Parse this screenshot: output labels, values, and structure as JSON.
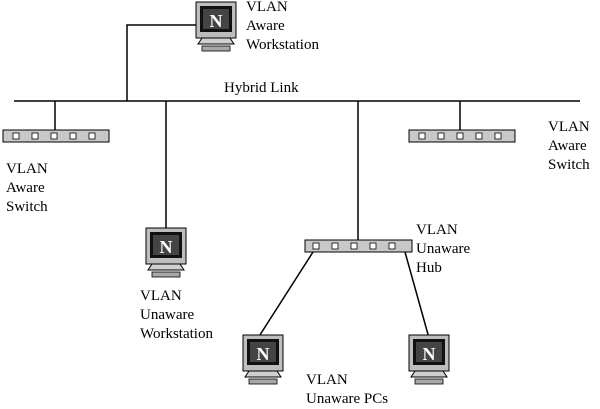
{
  "labels": {
    "aware_workstation": [
      "VLAN",
      "Aware",
      "Workstation"
    ],
    "hybrid_link": "Hybrid Link",
    "aware_switch_left": [
      "VLAN",
      "Aware",
      "Switch"
    ],
    "aware_switch_right": [
      "VLAN",
      "Aware",
      "Switch"
    ],
    "unaware_workstation": [
      "VLAN",
      "Unaware",
      "Workstation"
    ],
    "unaware_hub": [
      "VLAN",
      "Unaware",
      "Hub"
    ],
    "unaware_pcs": [
      "VLAN",
      "Unaware PCs"
    ]
  },
  "icon_text": "N",
  "colors": {
    "line": "#000000",
    "device_fill": "#c8c8c8",
    "port_fill": "#ffffff",
    "screen": "#222222"
  }
}
